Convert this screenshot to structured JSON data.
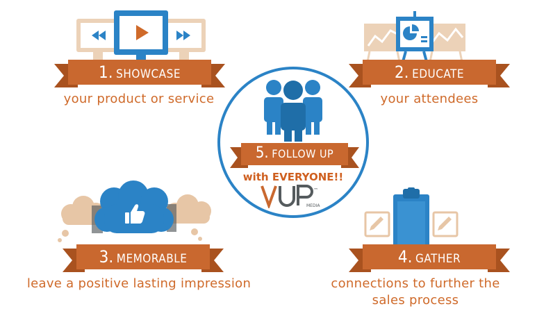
{
  "steps": [
    {
      "number": "1.",
      "word": "SHOWCASE",
      "caption": "your product or service"
    },
    {
      "number": "2.",
      "word": "EDUCATE",
      "caption": "your attendees"
    },
    {
      "number": "3.",
      "word": "MEMORABLE",
      "caption": "leave a positive lasting impression"
    },
    {
      "number": "4.",
      "word": "GATHER",
      "caption_line1": "connections to further the",
      "caption_line2": "sales process"
    },
    {
      "number": "5.",
      "word": "FOLLOW UP",
      "caption": "with EVERYONE!!"
    }
  ],
  "logo": {
    "text": "VUP",
    "sub": "MEDIA",
    "tm": "™"
  },
  "colors": {
    "orange": "#c9682f",
    "blue": "#2b83c6",
    "tan": "#e7c6a6"
  },
  "icons": [
    "video-screens-icon",
    "presentation-chart-icon",
    "people-group-icon",
    "thumbs-up-cloud-icon",
    "clipboard-icon"
  ]
}
